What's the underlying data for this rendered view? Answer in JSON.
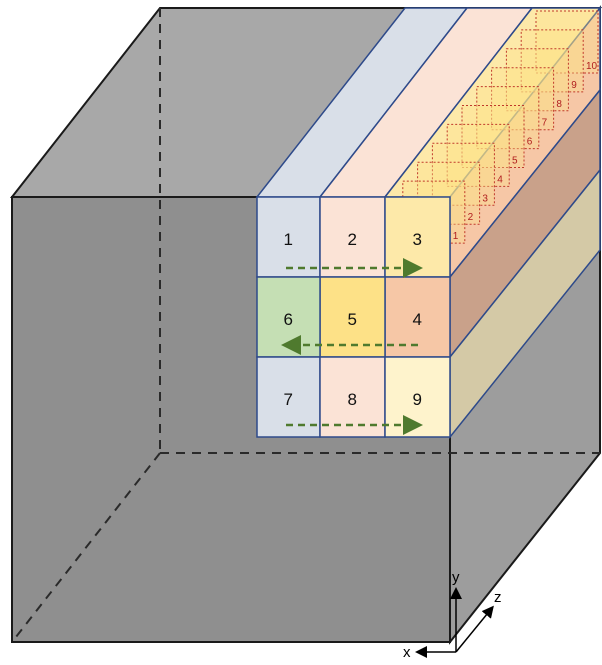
{
  "grid_cells": [
    {
      "label": "1",
      "color": "#d9dfe8"
    },
    {
      "label": "2",
      "color": "#fbe3d6"
    },
    {
      "label": "3",
      "color": "#fde9a9"
    },
    {
      "label": "4",
      "color": "#f6c7a6"
    },
    {
      "label": "5",
      "color": "#fde187"
    },
    {
      "label": "6",
      "color": "#c5dfb4"
    },
    {
      "label": "7",
      "color": "#d9dfe8"
    },
    {
      "label": "8",
      "color": "#fbe3d6"
    },
    {
      "label": "9",
      "color": "#fef3cc"
    }
  ],
  "slices": [
    "1",
    "2",
    "3",
    "4",
    "5",
    "6",
    "7",
    "8",
    "9",
    "10"
  ],
  "axes": {
    "x": "x",
    "y": "y",
    "z": "z"
  },
  "colors": {
    "cube_front": "#8f8f8f",
    "cube_top": "#a8a8a8",
    "cube_right": "#9d9d9d",
    "cube_edge": "#1a1a1a",
    "grid_border": "#2e4a8a",
    "arrow": "#4f7a2e",
    "slice_dots": "#c0392b"
  }
}
